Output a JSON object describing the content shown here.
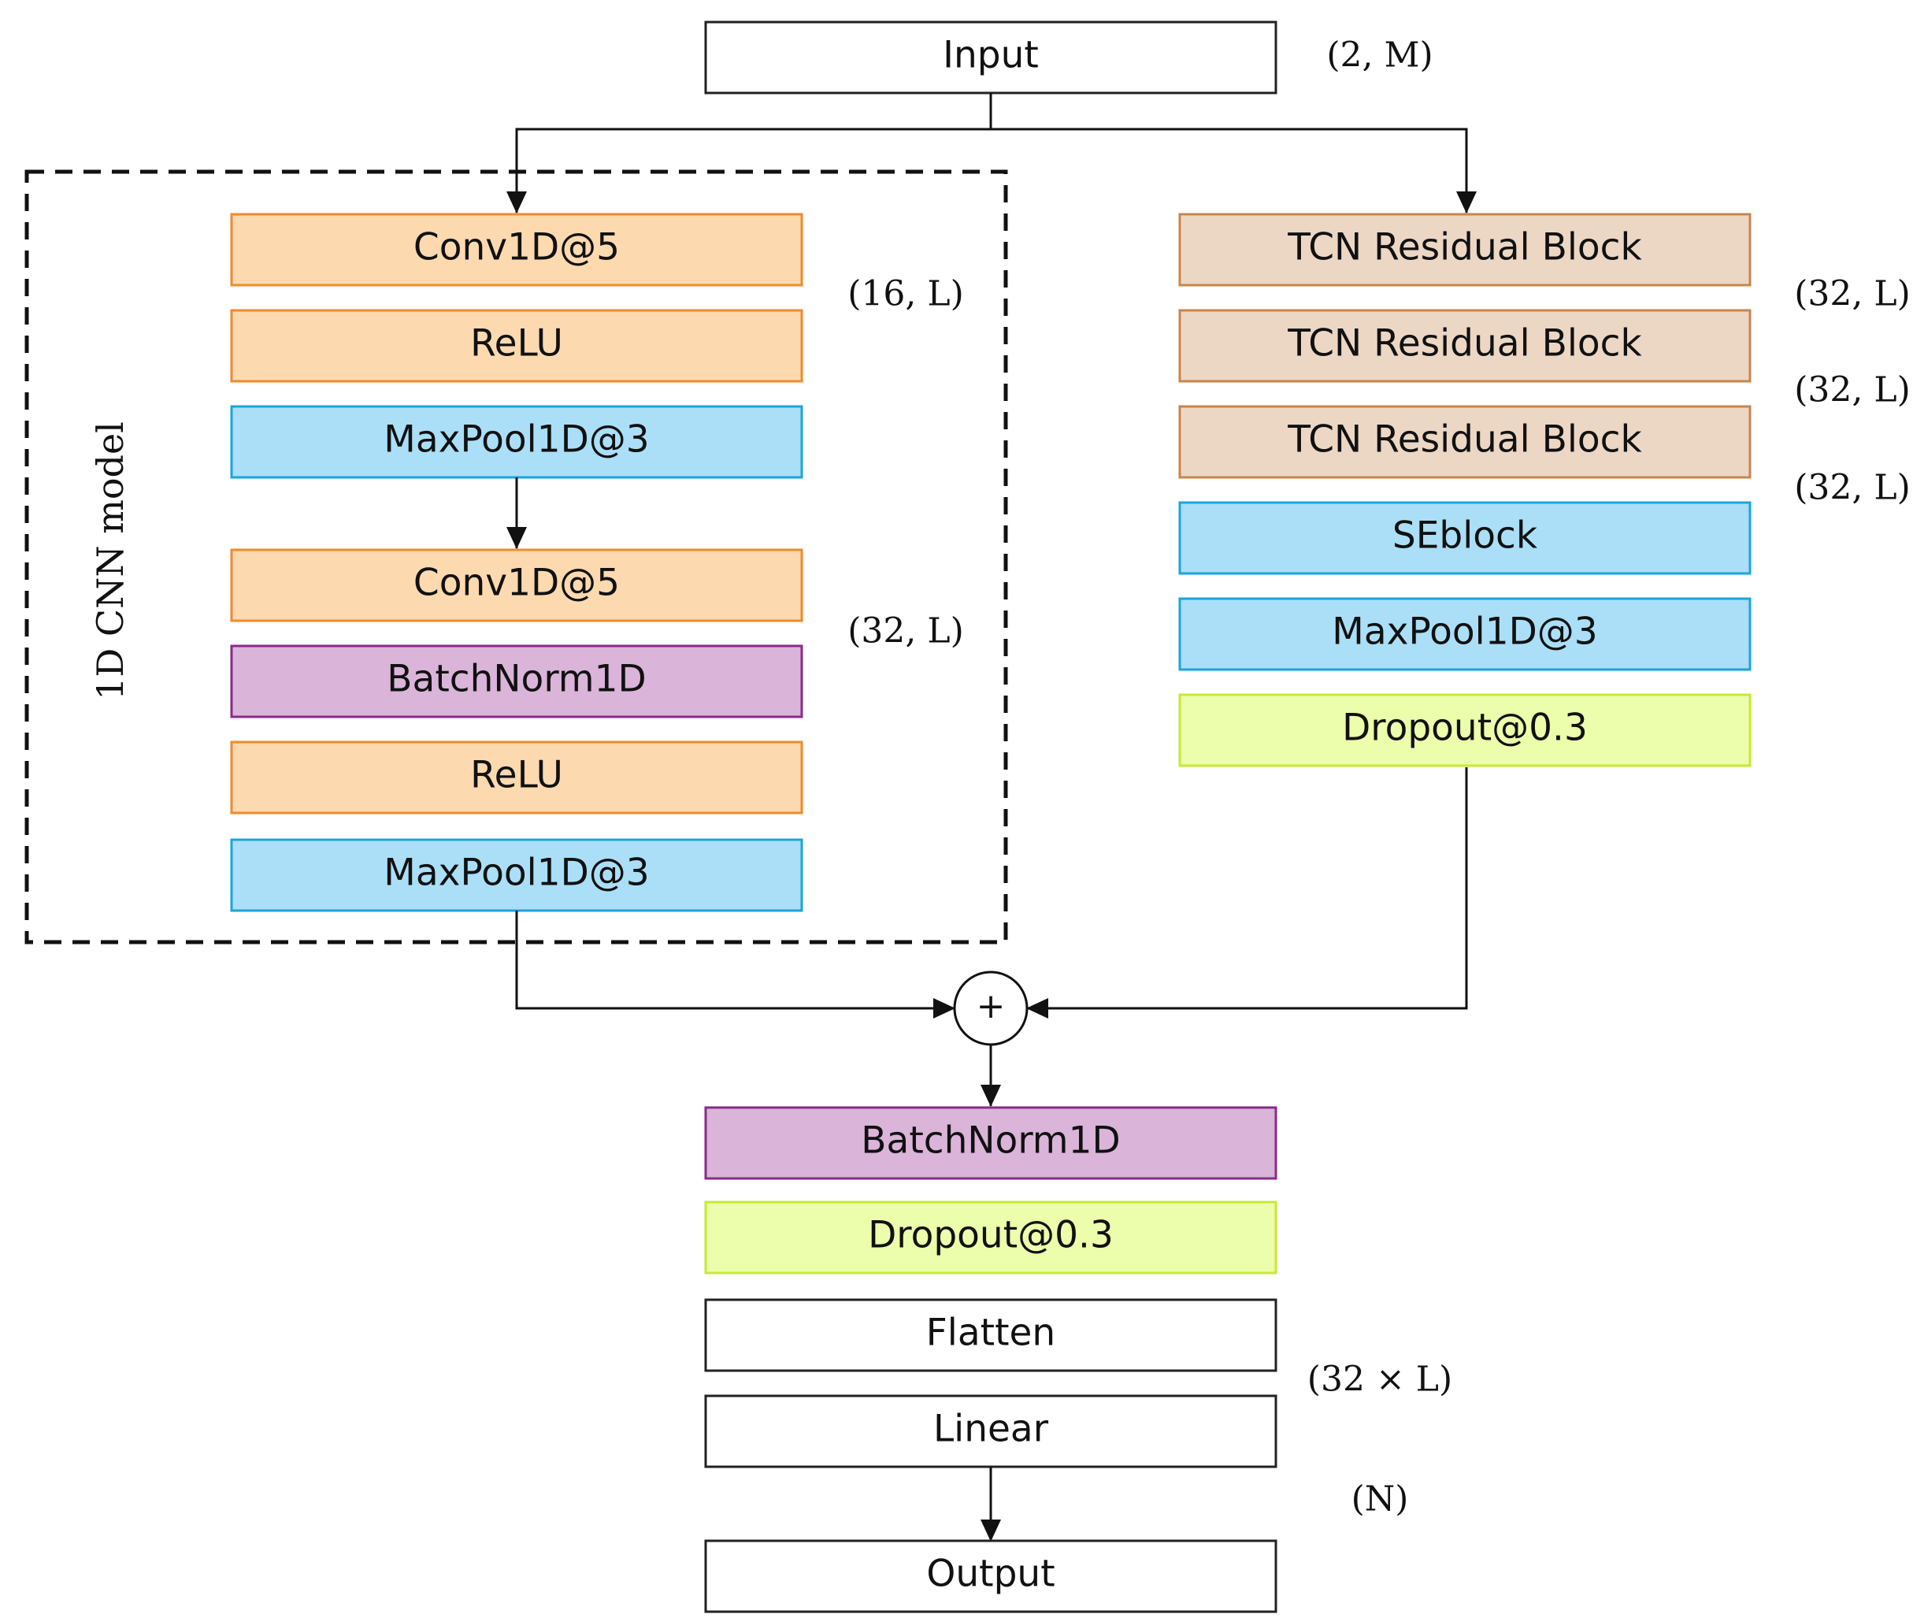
{
  "input": {
    "label": "Input",
    "shape": "(2, M)"
  },
  "cnn": {
    "title": "1D CNN model",
    "blocks": [
      {
        "label": "Conv1D@5",
        "kind": "conv"
      },
      {
        "label": "ReLU",
        "kind": "conv"
      },
      {
        "label": "MaxPool1D@3",
        "kind": "pool"
      },
      {
        "label": "Conv1D@5",
        "kind": "conv"
      },
      {
        "label": "BatchNorm1D",
        "kind": "norm"
      },
      {
        "label": "ReLU",
        "kind": "conv"
      },
      {
        "label": "MaxPool1D@3",
        "kind": "pool"
      }
    ],
    "shapes": [
      "(16, L)",
      "(32, L)"
    ]
  },
  "tcn": {
    "blocks": [
      {
        "label": "TCN Residual Block",
        "kind": "tcn"
      },
      {
        "label": "TCN Residual Block",
        "kind": "tcn"
      },
      {
        "label": "TCN Residual Block",
        "kind": "tcn"
      },
      {
        "label": "SEblock",
        "kind": "pool"
      },
      {
        "label": "MaxPool1D@3",
        "kind": "pool"
      },
      {
        "label": "Dropout@0.3",
        "kind": "dropout"
      }
    ],
    "shapes": [
      "(32, L)",
      "(32, L)",
      "(32, L)"
    ]
  },
  "merge": {
    "symbol": "+"
  },
  "head": {
    "blocks": [
      {
        "label": "BatchNorm1D",
        "kind": "norm"
      },
      {
        "label": "Dropout@0.3",
        "kind": "dropout"
      },
      {
        "label": "Flatten",
        "kind": "plain"
      },
      {
        "label": "Linear",
        "kind": "plain"
      }
    ],
    "shapes": [
      "(32 × L)",
      "(N)"
    ]
  },
  "output": {
    "label": "Output"
  },
  "colors": {
    "conv": {
      "fill": "#fdd9b0",
      "stroke": "#f08a2c"
    },
    "pool": {
      "fill": "#aadff7",
      "stroke": "#1aa5dc"
    },
    "norm": {
      "fill": "#dab4d9",
      "stroke": "#8a2a8a"
    },
    "tcn": {
      "fill": "#ecd7c5",
      "stroke": "#c8854a"
    },
    "dropout": {
      "fill": "#ecfdac",
      "stroke": "#c5ea30"
    },
    "plain": {
      "fill": "#ffffff",
      "stroke": "#222222"
    }
  }
}
